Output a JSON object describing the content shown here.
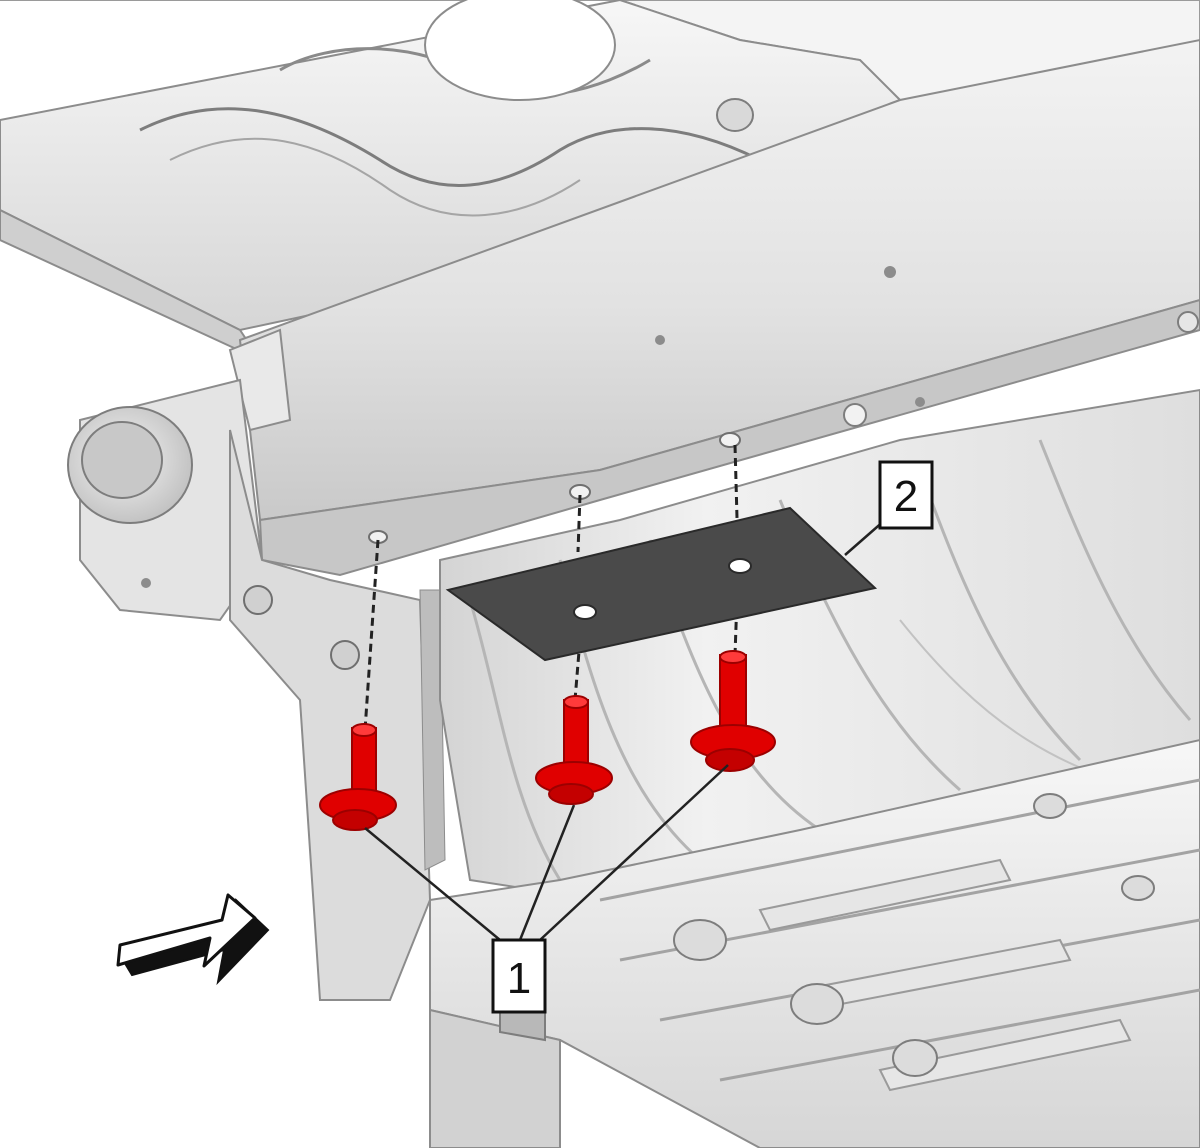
{
  "colors": {
    "background": "#ffffff",
    "metal_light": "#efefef",
    "metal_mid": "#d9d9d9",
    "metal_shadow": "#bdbdbd",
    "outline": "#8c8c8c",
    "plate": "#4a4a4a",
    "fastener": "#e00000",
    "fastener_dark": "#9c0000",
    "leader": "#222222"
  },
  "icons": {
    "direction_arrow": "front-direction-arrow-icon"
  },
  "callouts": [
    {
      "id": "fasteners",
      "label": "1"
    },
    {
      "id": "plate",
      "label": "2"
    }
  ]
}
